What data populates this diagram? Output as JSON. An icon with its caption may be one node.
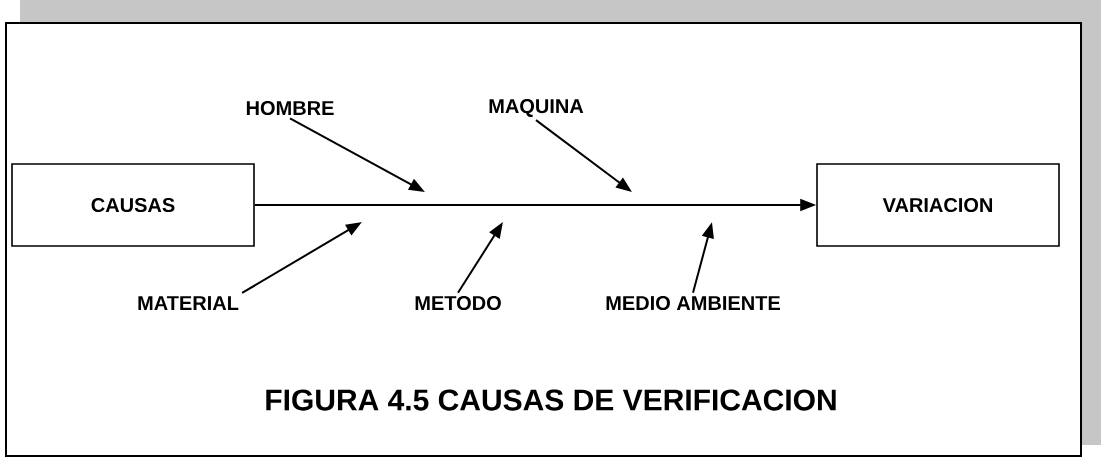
{
  "diagram": {
    "caption": "FIGURA 4.5   CAUSAS DE VERIFICACION",
    "nodes": [
      {
        "text": [
          "CAUSAS"
        ]
      },
      {
        "text": [
          "VARIACION"
        ]
      },
      {
        "text": [
          "HOMBRE"
        ]
      },
      {
        "text": [
          "MAQUINA"
        ]
      },
      {
        "text": [
          "MATERIAL"
        ]
      },
      {
        "text": [
          "METODO"
        ]
      },
      {
        "text": [
          "MEDIO AMBIENTE"
        ]
      }
    ],
    "edges": [
      {
        "from": 0,
        "to": 1,
        "arrow": "to"
      },
      {
        "from": 2,
        "to": null,
        "arrow": "to"
      },
      {
        "from": 3,
        "to": null,
        "arrow": "to"
      },
      {
        "from": 4,
        "to": null,
        "arrow": "to"
      },
      {
        "from": 5,
        "to": null,
        "arrow": "to"
      },
      {
        "from": 6,
        "to": null,
        "arrow": "to"
      }
    ]
  }
}
